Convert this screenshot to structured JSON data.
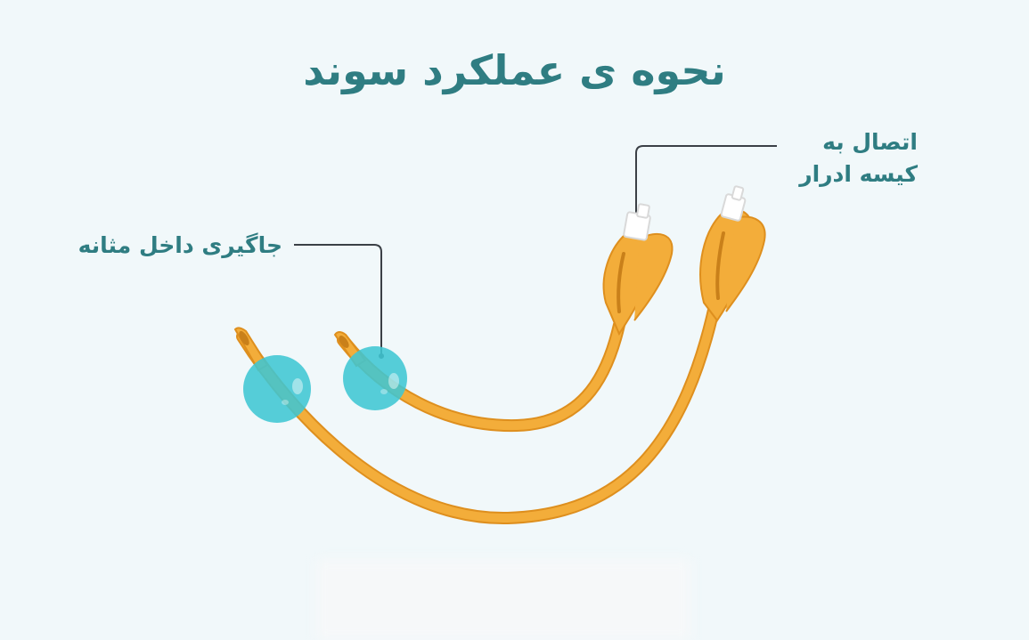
{
  "title": "نحوه ی عملکرد سوند",
  "labels": {
    "bladder_placement": "جاگیری داخل مثانه",
    "bag_connection_line1": "اتصال به",
    "bag_connection_line2": "کیسه ادرار"
  },
  "colors": {
    "background": "#f1f8fa",
    "title_text": "#2f7d82",
    "catheter_fill": "#f3ad3a",
    "catheter_stroke": "#de8f1e",
    "balloon": "#3fc6d3",
    "leader_line": "#3b4046"
  }
}
